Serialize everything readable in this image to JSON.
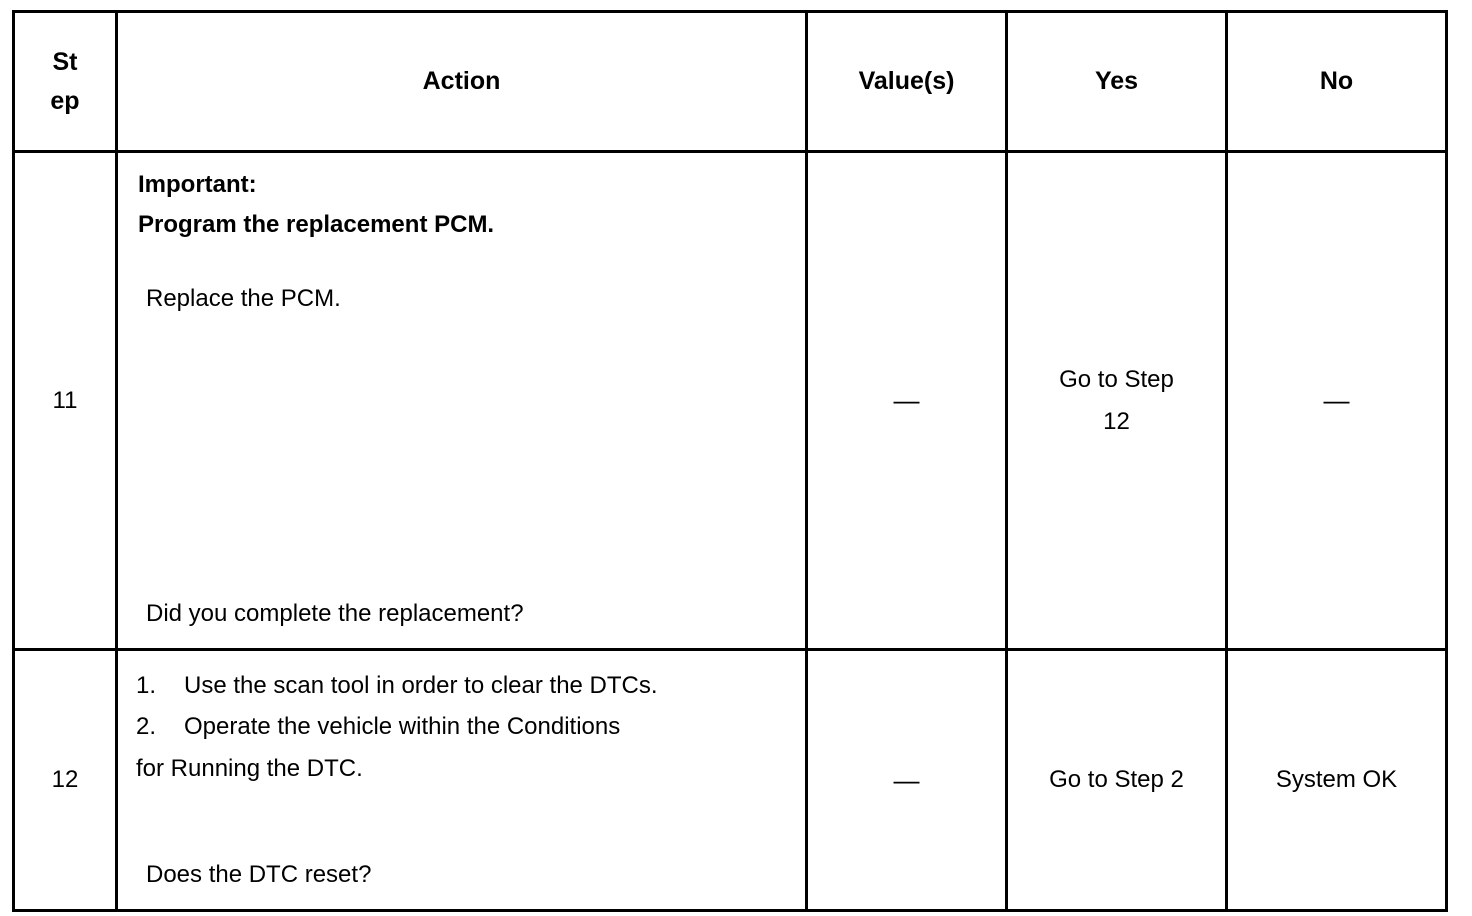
{
  "document": {
    "type": "diagnostic-procedure-table",
    "title": "DTC Diagnostic Step Table"
  },
  "table": {
    "columns": [
      {
        "key": "step",
        "label": "Step",
        "label_lines": [
          "St",
          "ep"
        ],
        "align": "center"
      },
      {
        "key": "action",
        "label": "Action",
        "align": "center"
      },
      {
        "key": "value",
        "label": "Value(s)",
        "align": "center"
      },
      {
        "key": "yes",
        "label": "Yes",
        "align": "center"
      },
      {
        "key": "no",
        "label": "No",
        "align": "center"
      }
    ],
    "rows": [
      {
        "step": "11",
        "action": {
          "important_label": "Important:",
          "important_text": "Program the replacement PCM.",
          "instruction": "Replace the PCM.",
          "question": "Did you complete the replacement?"
        },
        "value": "—",
        "yes_lines": [
          "Go to Step",
          "12"
        ],
        "no_lines": [
          "—"
        ]
      },
      {
        "step": "12",
        "action": {
          "list": [
            {
              "num": "1.",
              "text": "Use the scan tool in order to clear the DTCs."
            },
            {
              "num": "2.",
              "text": "Operate the vehicle within the Conditions"
            }
          ],
          "list_continuation": "for Running the DTC.",
          "question": "Does the DTC reset?"
        },
        "value": "—",
        "yes_lines": [
          "Go to Step 2"
        ],
        "no_lines": [
          "System OK"
        ]
      }
    ]
  },
  "colors": {
    "border": "#000000",
    "text": "#000000",
    "background": "#ffffff"
  }
}
